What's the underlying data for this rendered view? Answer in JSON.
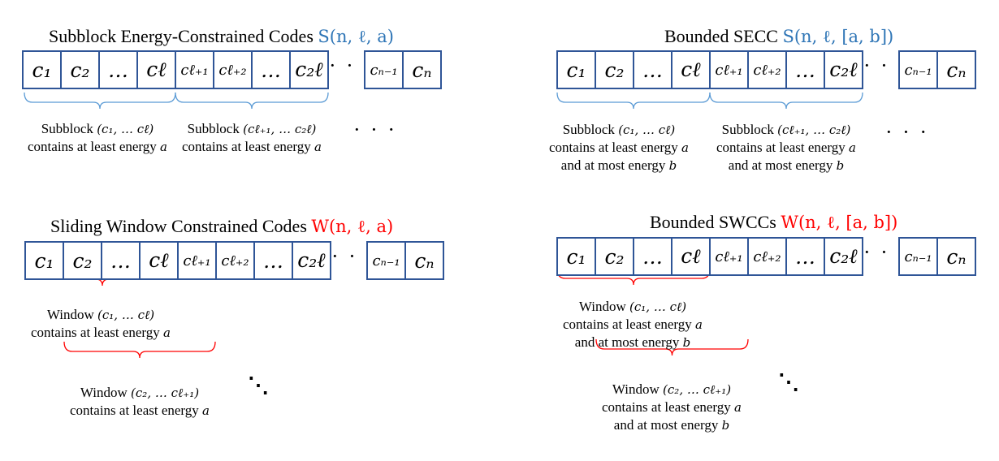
{
  "panels": [
    {
      "id": "tl",
      "title": "Subblock Energy-Constrained Codes",
      "symbol": "S(n, ℓ, a)",
      "symbol_color": "#2e75b6",
      "captions": [
        {
          "l1": "Subblock",
          "l2": "contains at least energy",
          "arg": "(c₁, … cℓ)",
          "e": "a"
        },
        {
          "l1": "Subblock",
          "l2": "contains at least energy",
          "arg": "(cℓ₊₁, … c₂ℓ)",
          "e": "a"
        }
      ],
      "trailing": "· · ·"
    },
    {
      "id": "tr",
      "title": "Bounded SECC",
      "symbol": "S(n, ℓ, [a, b])",
      "symbol_color": "#2e75b6",
      "captions": [
        {
          "l1": "Subblock",
          "l2": "contains at least energy",
          "l3": "and at most energy",
          "arg": "(c₁, … cℓ)",
          "e": "a",
          "f": "b"
        },
        {
          "l1": "Subblock",
          "l2": "contains at least energy",
          "l3": "and at most energy",
          "arg": "(cℓ₊₁, … c₂ℓ)",
          "e": "a",
          "f": "b"
        }
      ],
      "trailing": "· · ·"
    },
    {
      "id": "bl",
      "title": "Sliding Window Constrained Codes",
      "symbol": "W(n, ℓ, a)",
      "symbol_color": "#ff0000",
      "captions": [
        {
          "l1": "Window",
          "l2": "contains at least energy",
          "arg": "(c₁, … cℓ)",
          "e": "a"
        },
        {
          "l1": "Window",
          "l2": "contains at least energy",
          "arg": "(c₂, … cℓ₊₁)",
          "e": "a"
        }
      ],
      "trailing": "⋱"
    },
    {
      "id": "br",
      "title": "Bounded SWCCs",
      "symbol": "W(n, ℓ, [a, b])",
      "symbol_color": "#ff0000",
      "captions": [
        {
          "l1": "Window",
          "l2": "contains at least energy",
          "l3": "and at most energy",
          "arg": "(c₁, … cℓ)",
          "e": "a",
          "f": "b"
        },
        {
          "l1": "Window",
          "l2": "contains at least energy",
          "l3": "and at most energy",
          "arg": "(c₂, … cℓ₊₁)",
          "e": "a",
          "f": "b"
        }
      ],
      "trailing": "⋱"
    }
  ],
  "cells": [
    "c₁",
    "c₂",
    "…",
    "cℓ",
    "cℓ₊₁",
    "cℓ₊₂",
    "…",
    "c₂ℓ",
    "cₙ₋₁",
    "cₙ"
  ],
  "sequence_gap": "· · ·",
  "colors": {
    "cell_border": "#2f5597",
    "subblock_brace": "#5b9bd5",
    "window_brace": "#ff0000"
  }
}
